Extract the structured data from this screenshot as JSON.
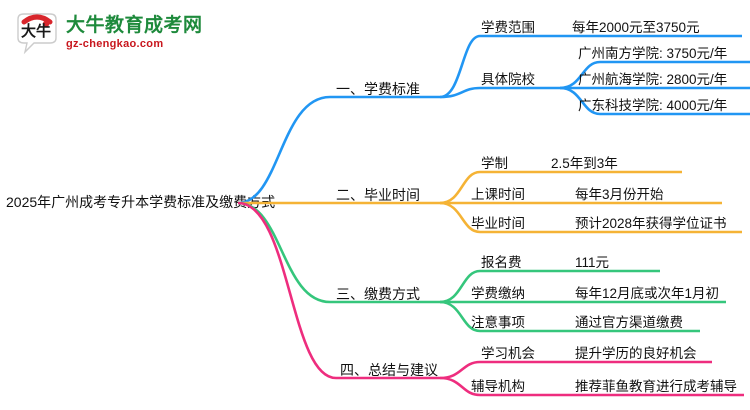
{
  "logo": {
    "mark_text": "大牛",
    "title": "大牛教育成考网",
    "subtitle": "gz-chengkao.com",
    "title_color": "#1e8a3c",
    "subtitle_color": "#c8161d",
    "mark_arc_color": "#d8262c"
  },
  "root": {
    "label": "2025年广州成考专升本学费标准及缴费方式"
  },
  "palette": {
    "branch1": "#2196f3",
    "branch2": "#f5b335",
    "branch3": "#35c67c",
    "branch4": "#ee2d7e",
    "text": "#111111",
    "background": "#ffffff"
  },
  "branches": [
    {
      "label": "一、学费标准",
      "color": "#2196f3",
      "children": [
        {
          "label": "学费范围",
          "details": [
            "每年2000元至3750元"
          ]
        },
        {
          "label": "具体院校",
          "details": [
            "广州南方学院: 3750元/年",
            "广州航海学院: 2800元/年",
            "广东科技学院: 4000元/年"
          ]
        }
      ]
    },
    {
      "label": "二、毕业时间",
      "color": "#f5b335",
      "children": [
        {
          "label": "学制",
          "details": [
            "2.5年到3年"
          ]
        },
        {
          "label": "上课时间",
          "details": [
            "每年3月份开始"
          ]
        },
        {
          "label": "毕业时间",
          "details": [
            "预计2028年获得学位证书"
          ]
        }
      ]
    },
    {
      "label": "三、缴费方式",
      "color": "#35c67c",
      "children": [
        {
          "label": "报名费",
          "details": [
            "111元"
          ]
        },
        {
          "label": "学费缴纳",
          "details": [
            "每年12月底或次年1月初"
          ]
        },
        {
          "label": "注意事项",
          "details": [
            "通过官方渠道缴费"
          ]
        }
      ]
    },
    {
      "label": "四、总结与建议",
      "color": "#ee2d7e",
      "children": [
        {
          "label": "学习机会",
          "details": [
            "提升学历的良好机会"
          ]
        },
        {
          "label": "辅导机构",
          "details": [
            "推荐菲鱼教育进行成考辅导"
          ]
        }
      ]
    }
  ]
}
